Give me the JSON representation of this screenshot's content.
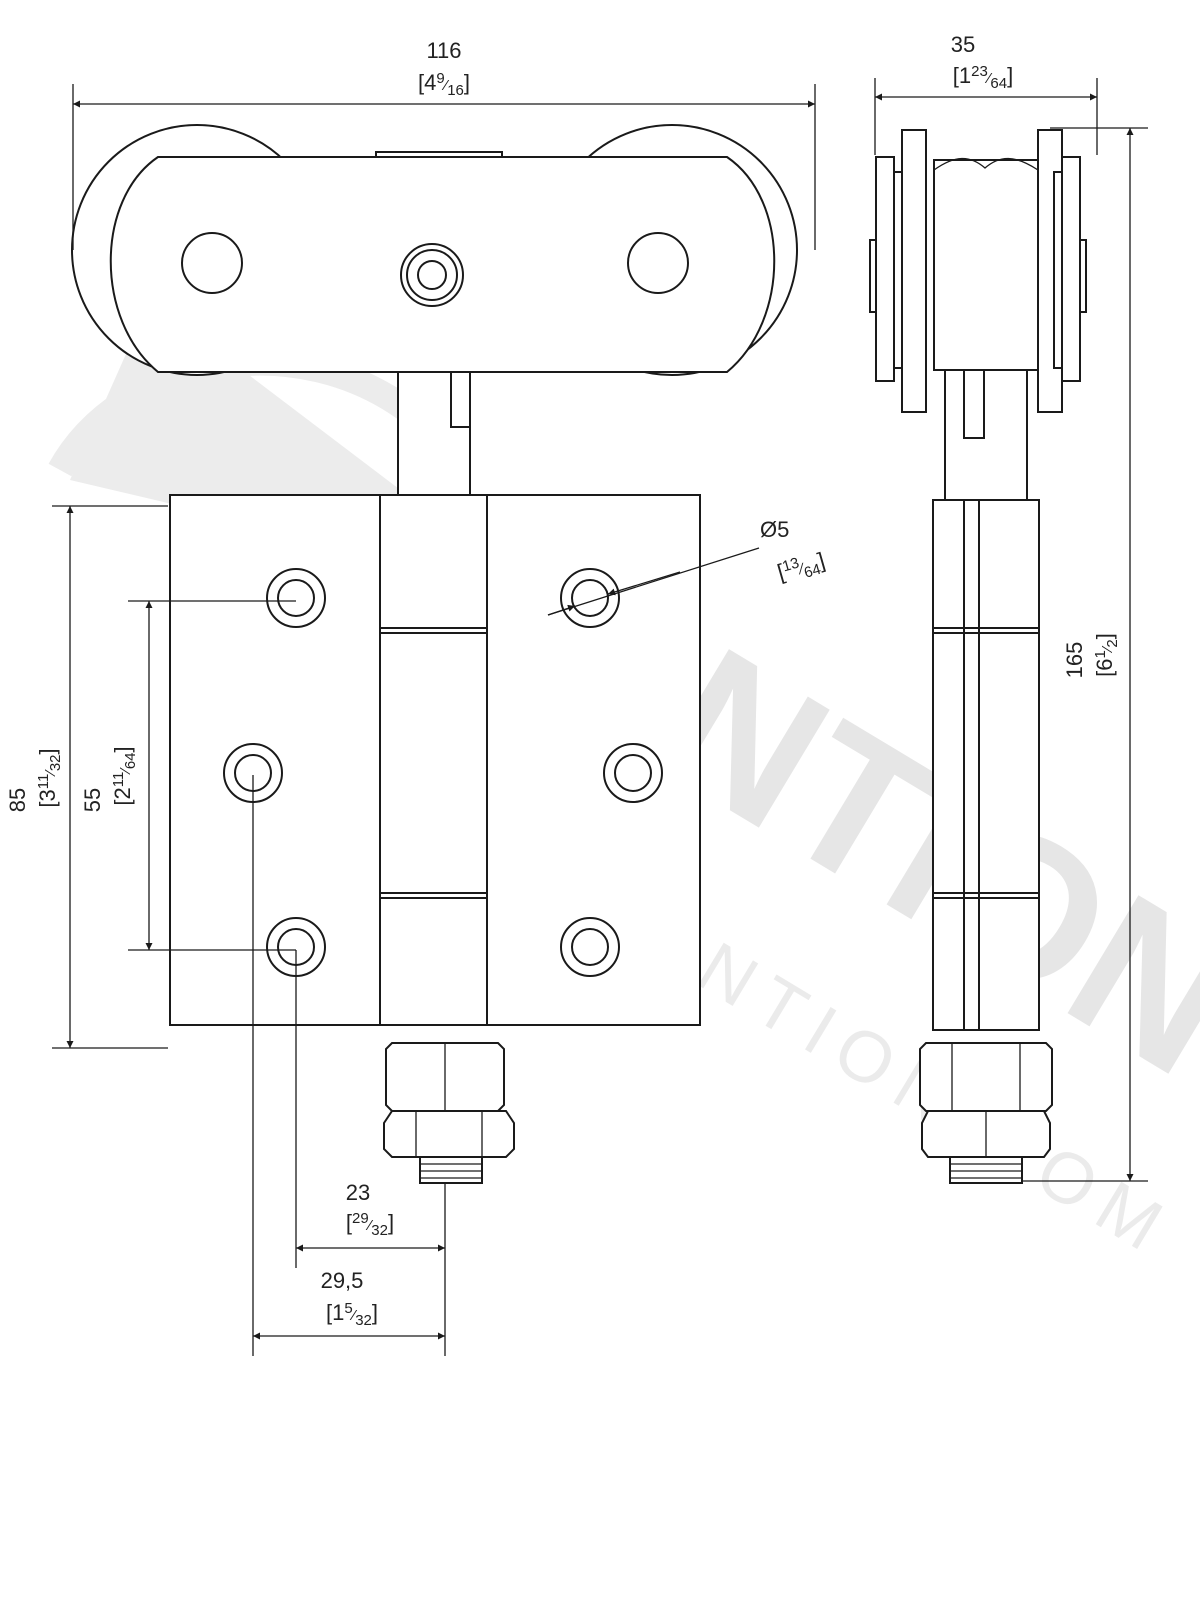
{
  "watermark": {
    "brand": "MANTION",
    "url": "WWW.MANTION.COM"
  },
  "dimensions": {
    "overall_width": {
      "mm": "116",
      "in_whole": "4",
      "in_num": "9",
      "in_den": "16"
    },
    "side_width": {
      "mm": "35",
      "in_whole": "1",
      "in_num": "23",
      "in_den": "64"
    },
    "overall_height": {
      "mm": "165",
      "in_whole": "6",
      "in_num": "1",
      "in_den": "2"
    },
    "plate_height": {
      "mm": "85",
      "in_whole": "3",
      "in_num": "11",
      "in_den": "32"
    },
    "hole_spacing": {
      "mm": "55",
      "in_whole": "2",
      "in_num": "11",
      "in_den": "64"
    },
    "hole_diameter": {
      "mm": "Ø5",
      "in_whole": "",
      "in_num": "13",
      "in_den": "64"
    },
    "offset_a": {
      "mm": "23",
      "in_whole": "",
      "in_num": "29",
      "in_den": "32"
    },
    "offset_b": {
      "mm": "29,5",
      "in_whole": "1",
      "in_num": "5",
      "in_den": "32"
    }
  }
}
